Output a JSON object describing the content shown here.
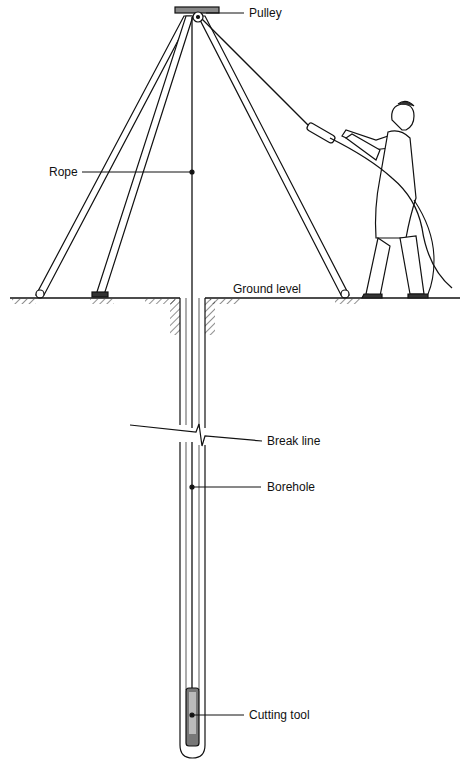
{
  "diagram": {
    "labels": [
      "Pulley",
      "Rope",
      "Ground level",
      "Break line",
      "Borehole",
      "Cutting tool"
    ]
  }
}
